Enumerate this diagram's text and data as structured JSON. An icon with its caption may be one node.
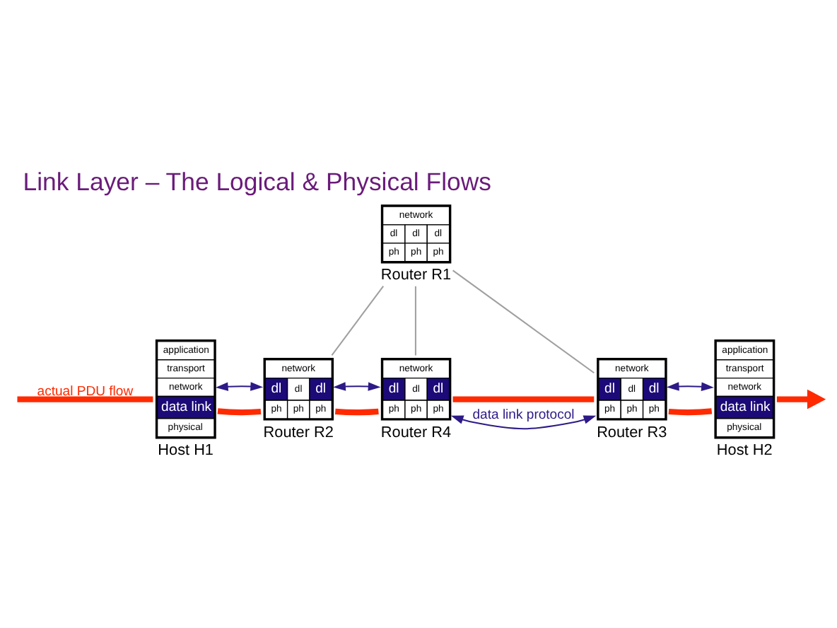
{
  "diagram": {
    "title": "Link Layer – The Logical & Physical Flows",
    "nodes": [
      {
        "text": [
          "network",
          "dl",
          "dl",
          "dl",
          "ph",
          "ph",
          "ph"
        ],
        "beside": [
          "Router R1"
        ]
      },
      {
        "text": [
          "application",
          "transport",
          "network",
          "data link",
          "physical"
        ],
        "beside": [
          "Host H1"
        ]
      },
      {
        "text": [
          "network",
          "dl",
          "dl",
          "dl",
          "ph",
          "ph",
          "ph"
        ],
        "beside": [
          "Router R2"
        ]
      },
      {
        "text": [
          "network",
          "dl",
          "dl",
          "dl",
          "ph",
          "ph",
          "ph"
        ],
        "beside": [
          "Router R4"
        ]
      },
      {
        "text": [
          "network",
          "dl",
          "dl",
          "dl",
          "ph",
          "ph",
          "ph"
        ],
        "beside": [
          "Router R3"
        ]
      },
      {
        "text": [
          "application",
          "transport",
          "network",
          "data link",
          "physical"
        ],
        "beside": [
          "Host H2"
        ]
      }
    ],
    "edges": [
      {
        "from": null,
        "to": 1,
        "arrow": "none",
        "label": "actual PDU flow",
        "style": "thick",
        "color": "#ff2a00"
      },
      {
        "from": 1,
        "to": 2,
        "arrow": "none",
        "style": "thick",
        "color": "#ff2a00"
      },
      {
        "from": 2,
        "to": 3,
        "arrow": "none",
        "style": "thick",
        "color": "#ff2a00"
      },
      {
        "from": 3,
        "to": 4,
        "arrow": "none",
        "style": "thick",
        "color": "#ff2a00"
      },
      {
        "from": 4,
        "to": 5,
        "arrow": "none",
        "style": "thick",
        "color": "#ff2a00"
      },
      {
        "from": 5,
        "to": null,
        "arrow": "to",
        "style": "thick",
        "color": "#ff2a00"
      },
      {
        "from": 1,
        "to": 2,
        "arrow": "both",
        "color": "#2e1a87"
      },
      {
        "from": 2,
        "to": 3,
        "arrow": "both",
        "color": "#2e1a87"
      },
      {
        "from": 3,
        "to": 4,
        "arrow": "both",
        "label": "data link protocol",
        "color": "#2e1a87"
      },
      {
        "from": 4,
        "to": 5,
        "arrow": "both",
        "color": "#2e1a87"
      },
      {
        "from": 0,
        "to": 2,
        "arrow": "none",
        "color": "#a0a0a0"
      },
      {
        "from": 0,
        "to": 3,
        "arrow": "none",
        "color": "#a0a0a0"
      },
      {
        "from": 0,
        "to": 4,
        "arrow": "none",
        "color": "#a0a0a0"
      }
    ]
  }
}
